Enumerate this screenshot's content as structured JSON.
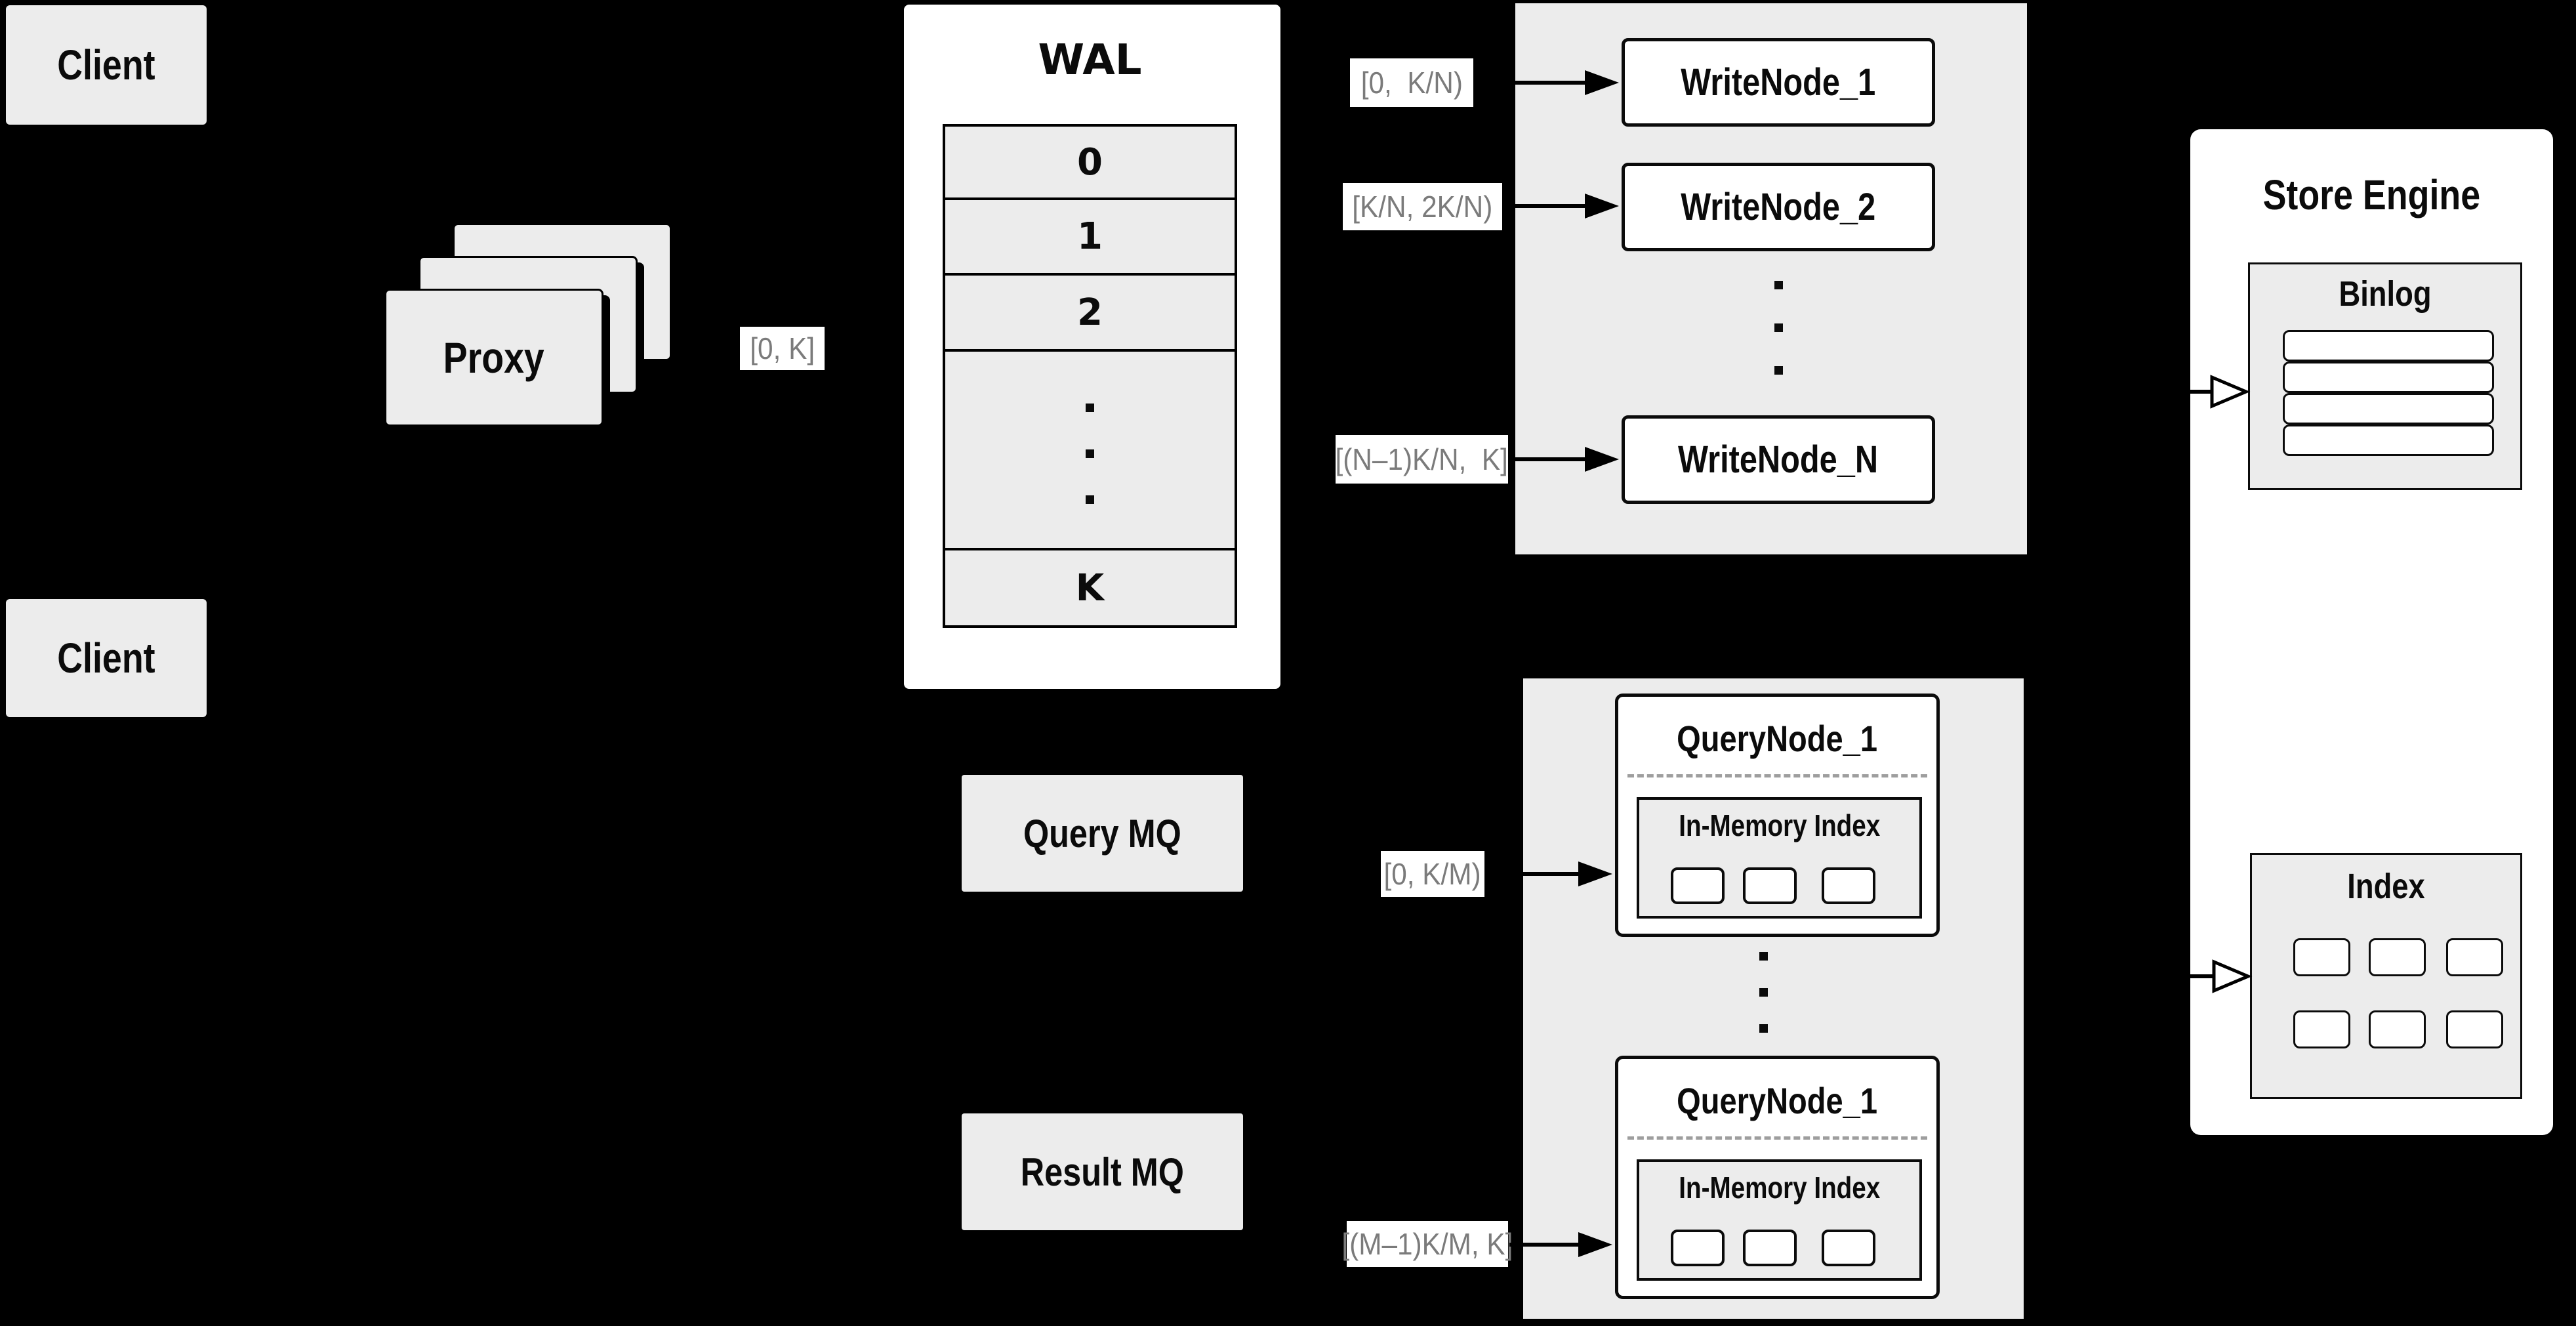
{
  "colors": {
    "background": "#000000",
    "panel_gray": "#ececec",
    "card_white": "#ffffff",
    "stroke_black": "#0b0b0b",
    "range_text_gray": "#7b7b7b"
  },
  "clients": {
    "top": "Client",
    "bottom": "Client"
  },
  "proxy": {
    "label": "Proxy",
    "range_label": "[0, K]"
  },
  "wal": {
    "title": "WAL",
    "segments": [
      "0",
      "1",
      "2",
      "K"
    ]
  },
  "write_nodes": {
    "nodes": [
      {
        "label": "WriteNode_1",
        "range": "[0,  K/N)"
      },
      {
        "label": "WriteNode_2",
        "range": "[K/N, 2K/N)"
      },
      {
        "label": "WriteNode_N",
        "range": "[(N–1)K/N,  K]"
      }
    ]
  },
  "query_mq": {
    "label": "Query MQ"
  },
  "result_mq": {
    "label": "Result MQ"
  },
  "query_nodes": {
    "nodes": [
      {
        "label": "QueryNode_1",
        "inner_title": "In-Memory Index",
        "range": "[0, K/M)"
      },
      {
        "label": "QueryNode_1",
        "inner_title": "In-Memory Index",
        "range": "[(M–1)K/M, K]"
      }
    ]
  },
  "store_engine": {
    "title": "Store Engine",
    "binlog_title": "Binlog",
    "index_title": "Index"
  }
}
